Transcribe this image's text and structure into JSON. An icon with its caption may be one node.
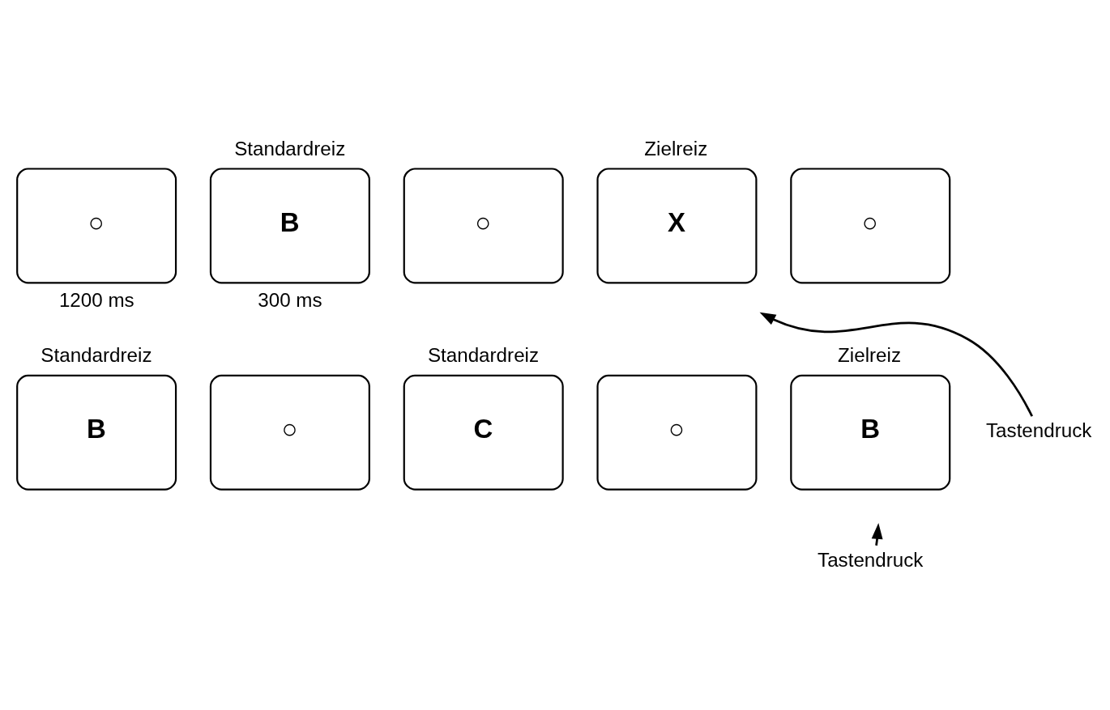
{
  "diagram": {
    "nodes": [
      {
        "text": [
          "○"
        ],
        "beside": [
          "1200 ms"
        ]
      },
      {
        "text": [
          "Standardreiz",
          "B"
        ],
        "beside": [
          "300 ms"
        ]
      },
      {
        "text": [
          "○"
        ]
      },
      {
        "text": [
          "Zielreiz",
          "X"
        ]
      },
      {
        "text": [
          "○"
        ]
      },
      {
        "text": [
          "Tastendruck"
        ]
      },
      {
        "text": [
          "Standardreiz",
          "B"
        ]
      },
      {
        "text": [
          "○"
        ]
      },
      {
        "text": [
          "Standardreiz",
          "C"
        ]
      },
      {
        "text": [
          "○"
        ]
      },
      {
        "text": [
          "Zielreiz",
          "B"
        ]
      },
      {
        "text": [
          "Tastendruck"
        ]
      }
    ],
    "edges": [
      {
        "from": 5,
        "to": 3,
        "arrow": "to"
      },
      {
        "from": 11,
        "to": 10,
        "arrow": "to"
      }
    ]
  }
}
